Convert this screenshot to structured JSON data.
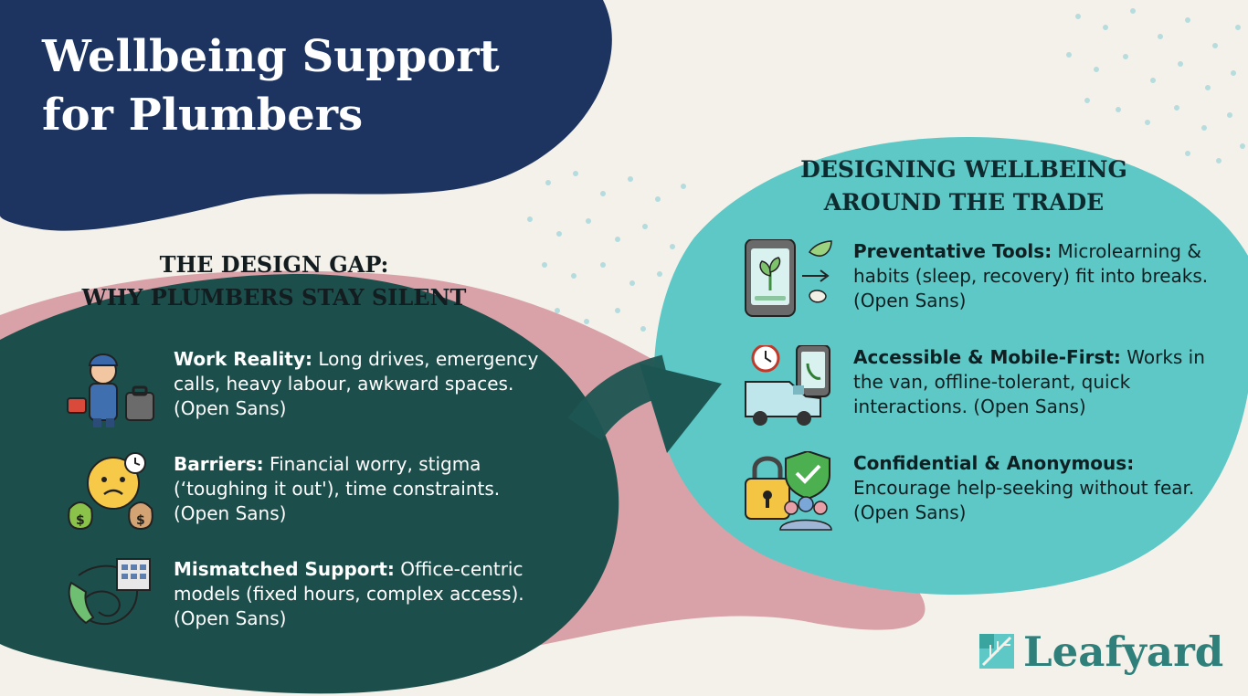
{
  "title": {
    "line1": "Wellbeing Support",
    "line2": "for Plumbers"
  },
  "gap": {
    "heading_line1": "THE DESIGN GAP:",
    "heading_line2": "WHY PLUMBERS STAY SILENT",
    "items": [
      {
        "label": "Work Reality:",
        "text": " Long drives, emergency calls, heavy labour, awkward spaces. (Open Sans)",
        "icon": "plumber-icon"
      },
      {
        "label": "Barriers:",
        "text": " Financial worry, stigma (‘toughing it out'), time constraints. (Open Sans)",
        "icon": "worried-face-money-icon"
      },
      {
        "label": "Mismatched Support:",
        "text": " Office-centric models (fixed hours, complex access). (Open Sans)",
        "icon": "tangled-phone-office-icon"
      }
    ]
  },
  "design": {
    "heading_line1": "DESIGNING WELLBEING",
    "heading_line2": "AROUND THE TRADE",
    "items": [
      {
        "label": "Preventative Tools:",
        "text": " Microlearning & habits (sleep, recovery) fit into breaks. (Open Sans)",
        "icon": "phone-plant-icon"
      },
      {
        "label": "Accessible & Mobile-First:",
        "text": " Works in the van, offline-tolerant, quick interactions. (Open Sans)",
        "icon": "van-phone-clock-icon"
      },
      {
        "label": "Confidential & Anonymous:",
        "text": " Encourage help-seeking without fear. (Open Sans)",
        "icon": "lock-shield-people-icon"
      }
    ]
  },
  "brand": {
    "name": "Leafyard",
    "icon": "leaf-logo-icon"
  },
  "colors": {
    "navy": "#1d3461",
    "dark_teal": "#1c4f4c",
    "pink": "#d9a1a8",
    "turquoise": "#5dc8c6",
    "background": "#f4f1ea",
    "brand": "#2f7f7a"
  }
}
